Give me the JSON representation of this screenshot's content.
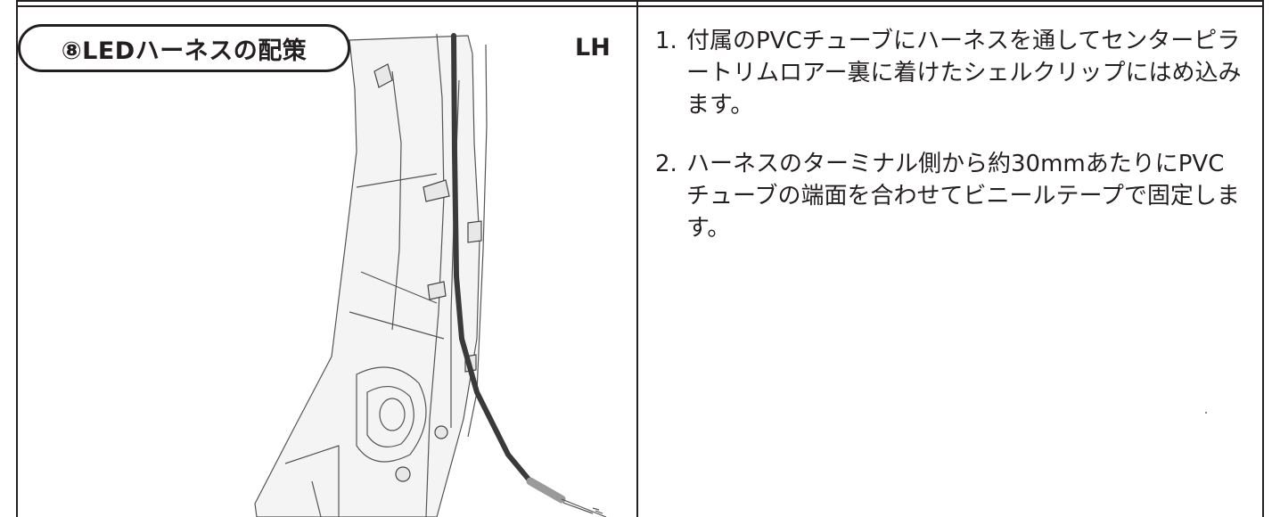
{
  "step": {
    "title": "⑧LEDハーネスの配策",
    "side": "LH"
  },
  "instructions": [
    {
      "number": "1.",
      "text": "付属のPVCチューブにハーネスを通してセンターピラートリムロアー裏に着けたシェルクリップにはめ込みます。"
    },
    {
      "number": "2.",
      "text": "ハーネスのターミナル側から約30mmあたりにPVCチューブの端面を合わせてビニールテープで固定します。"
    }
  ],
  "illustration": {
    "subject": "center-pillar-trim-lower-with-harness",
    "harness_color": "#3a3a3a",
    "tape_color": "#9a9a9a"
  }
}
